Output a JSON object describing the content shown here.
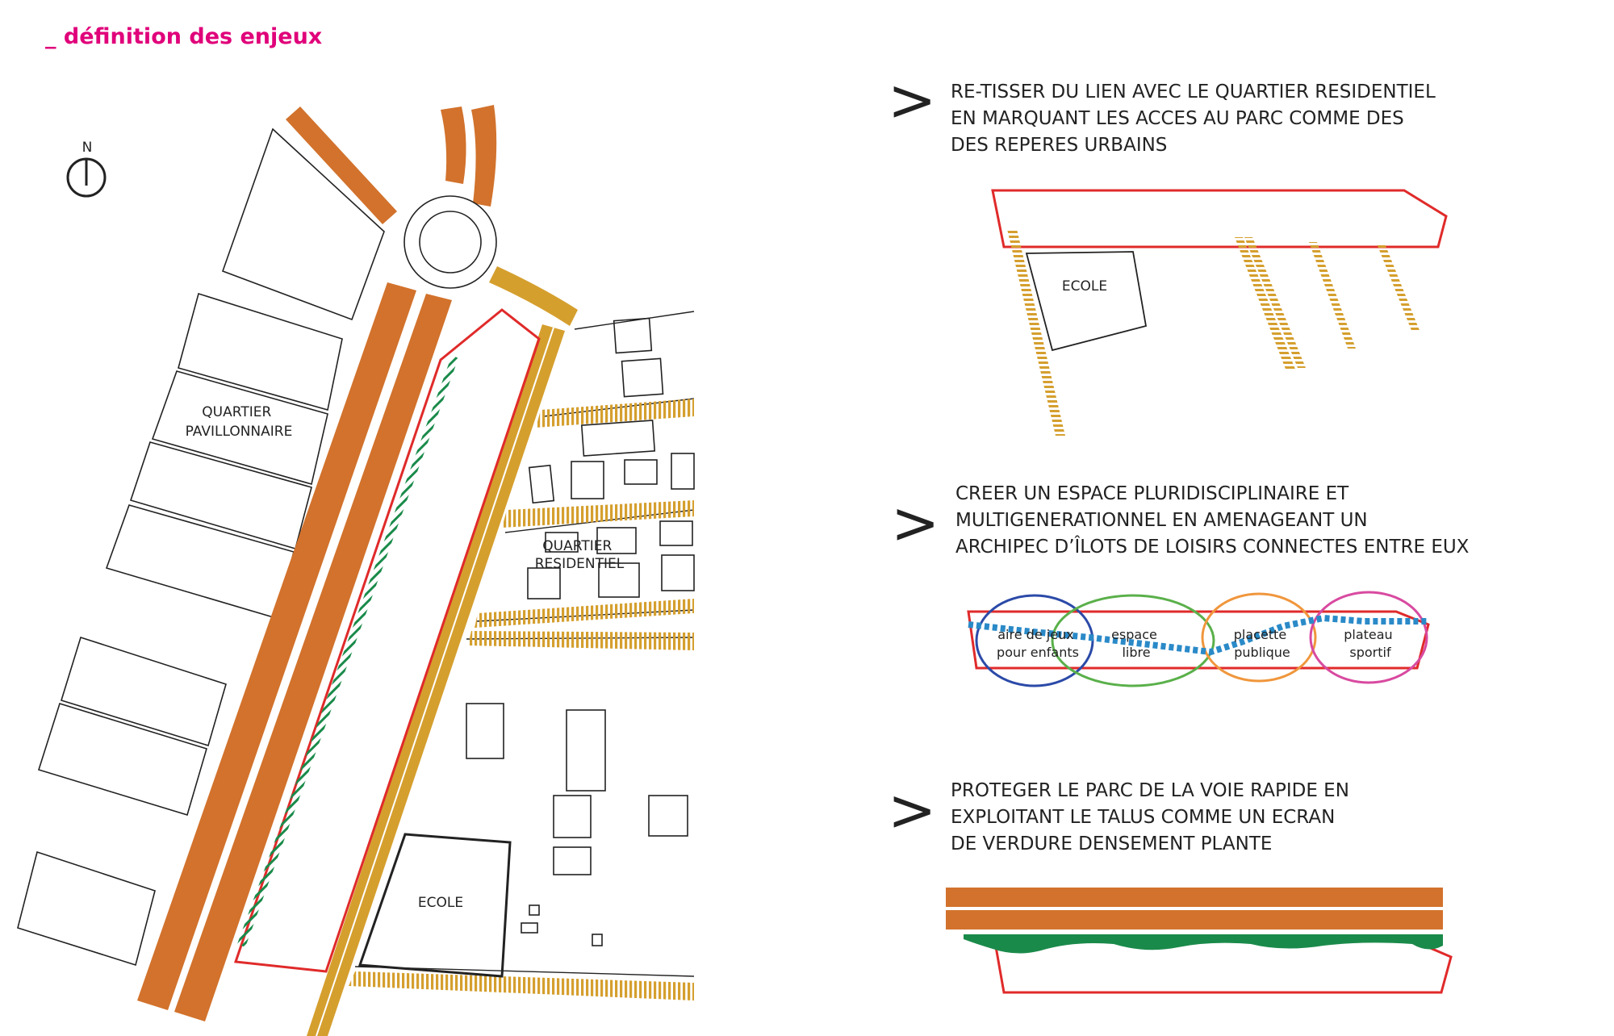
{
  "header": {
    "title": "_ définition des enjeux"
  },
  "map": {
    "north_label": "N",
    "quartier_pavillonnaire": [
      "QUARTIER",
      "PAVILLONNAIRE"
    ],
    "quartier_residentiel": [
      "QUARTIER",
      "RESIDENTIEL"
    ],
    "ecole": "ECOLE"
  },
  "issues": [
    {
      "marker": ">",
      "lines": [
        "RE-TISSER DU LIEN AVEC LE QUARTIER RESIDENTIEL",
        "EN MARQUANT LES ACCES AU PARC COMME DES",
        "DES REPERES URBAINS"
      ],
      "diagram_label": "ECOLE"
    },
    {
      "marker": ">",
      "lines": [
        "CREER UN ESPACE PLURIDISCIPLINAIRE ET",
        "MULTIGENERATIONNEL EN AMENAGEANT UN",
        "ARCHIPEC D’ÎLOTS DE LOISIRS CONNECTES ENTRE EUX"
      ],
      "islands": [
        {
          "lines": [
            "aire de jeux",
            "pour enfants"
          ],
          "color": "#2b4aa8"
        },
        {
          "lines": [
            "espace",
            "libre"
          ],
          "color": "#5ab04a"
        },
        {
          "lines": [
            "placette",
            "publique"
          ],
          "color": "#f0963c"
        },
        {
          "lines": [
            "plateau",
            "sportif"
          ],
          "color": "#d84aa0"
        }
      ]
    },
    {
      "marker": ">",
      "lines": [
        "PROTEGER LE PARC DE LA VOIE RAPIDE EN",
        "EXPLOITANT LE TALUS COMME UN ECRAN",
        "DE VERDURE DENSEMENT PLANTE"
      ]
    }
  ],
  "colors": {
    "accent": "#e0007a",
    "road": "#d2722c",
    "path": "#d59f2e",
    "park_outline": "#e02a2a",
    "green_buffer": "#1a8a4a",
    "connector": "#2a8ac8"
  }
}
